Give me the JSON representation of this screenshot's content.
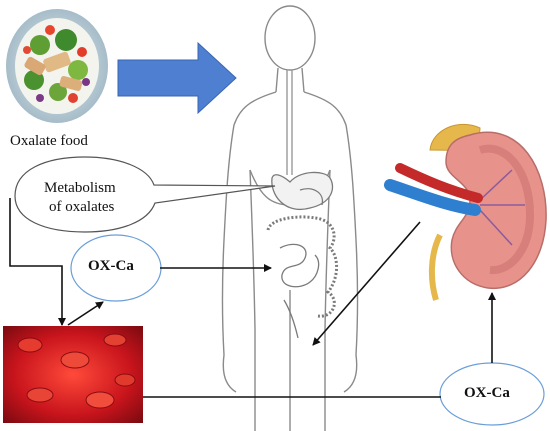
{
  "labels": {
    "food": "Oxalate food",
    "metabolism_line1": "Metabolism",
    "metabolism_line2": "of oxalates",
    "oxca_left": "OX-Ca",
    "oxca_right": "OX-Ca"
  },
  "colors": {
    "arrow_blue": "#4f7fd1",
    "ellipse_border": "#6a9ed8",
    "kidney_pink": "#e8928c",
    "blood_red": "#c8141c",
    "vein_blue": "#2f7fd0",
    "artery_red": "#c42a2a"
  },
  "icons": [
    "salad-plate-illustration",
    "human-body-outline",
    "kidney-illustration",
    "blood-cells-illustration"
  ]
}
